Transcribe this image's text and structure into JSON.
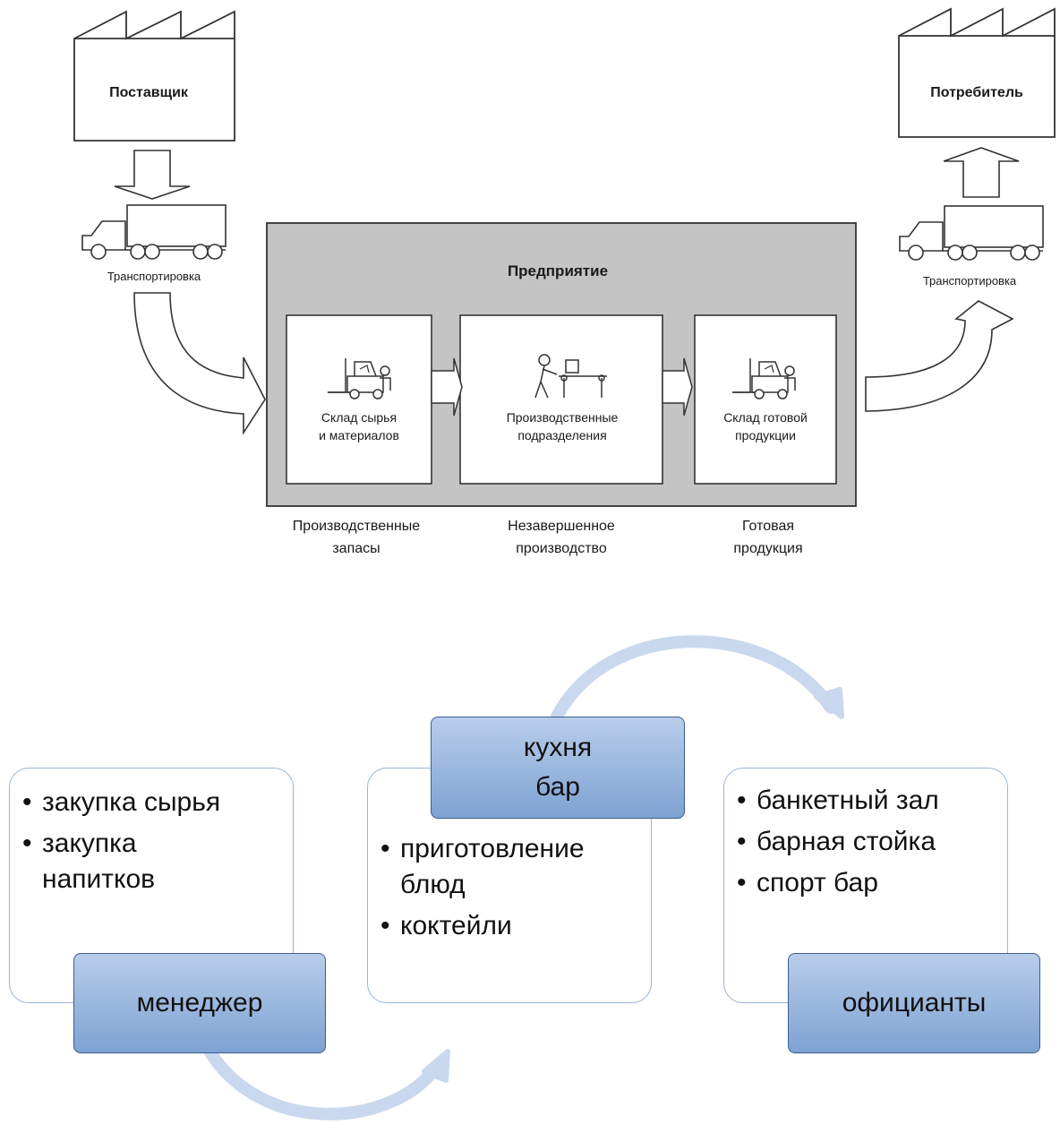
{
  "top_diagram": {
    "supplier": "Поставщик",
    "consumer": "Потребитель",
    "transport_left": "Транспортировка",
    "transport_right": "Транспортировка",
    "enterprise": "Предприятие",
    "stage_raw": [
      "Склад сырья",
      "и материалов"
    ],
    "stage_production": [
      "Производственные",
      "подразделения"
    ],
    "stage_finished": [
      "Склад готовой",
      "продукции"
    ],
    "caption_raw": [
      "Производственные",
      "запасы"
    ],
    "caption_wip": [
      "Незавершенное",
      "производство"
    ],
    "caption_finished": [
      "Готовая",
      "продукция"
    ]
  },
  "bottom_diagram": {
    "colors": {
      "card_border": "#9bb3d6",
      "tag_fill": "#8eb0dc",
      "arc": "#c9d8ee"
    },
    "manager": {
      "label": "менеджер",
      "items": [
        "закупка сырья",
        "закупка напитков"
      ]
    },
    "kitchen": {
      "label_line1": "кухня",
      "label_line2": "бар",
      "items": [
        "приготовление блюд",
        "коктейли"
      ]
    },
    "waiters": {
      "label": "официанты",
      "items": [
        "банкетный зал",
        "барная стойка",
        "спорт бар"
      ]
    }
  }
}
